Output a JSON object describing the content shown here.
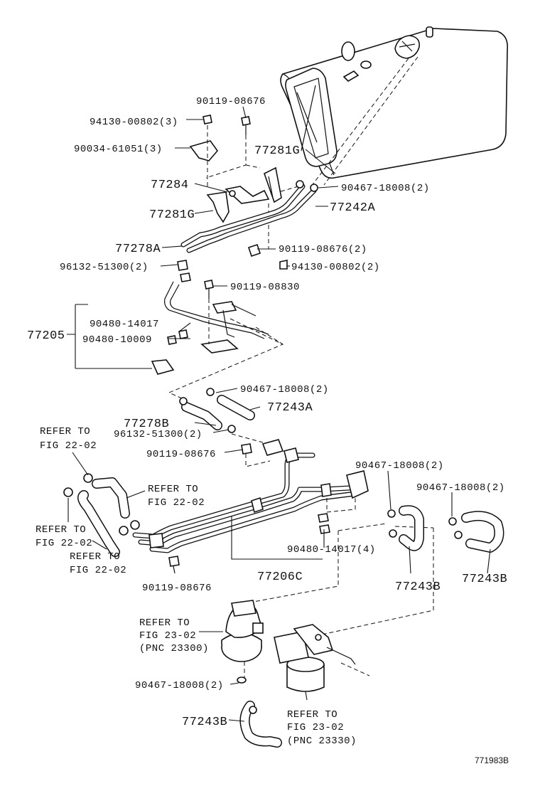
{
  "labels": {
    "p90119_08676_top": "90119-08676",
    "p94130_00802_3": "94130-00802(3)",
    "p90034_61051_3": "90034-61051(3)",
    "p77281G_upper": "77281G",
    "p77284": "77284",
    "p90467_18008_2_a": "90467-18008(2)",
    "p77242A": "77242A",
    "p77281G_lower": "77281G",
    "p77278A": "77278A",
    "p90119_08676_2": "90119-08676(2)",
    "p96132_51300_2_a": "96132-51300(2)",
    "p94130_00802_2": "94130-00802(2)",
    "p90119_08830": "90119-08830",
    "p90480_14017": "90480-14017",
    "p77205": "77205",
    "p90480_10009": "90480-10009",
    "p90467_18008_2_b": "90467-18008(2)",
    "p77278B": "77278B",
    "p77243A": "77243A",
    "p96132_51300_2_b": "96132-51300(2)",
    "p90119_08676_mid": "90119-08676",
    "p90467_18008_2_c": "90467-18008(2)",
    "p90467_18008_2_d": "90467-18008(2)",
    "p90480_14017_4": "90480-14017(4)",
    "p77206C": "77206C",
    "p77243B_a": "77243B",
    "p77243B_b": "77243B",
    "p90119_08676_low": "90119-08676",
    "p90467_18008_2_e": "90467-18008(2)",
    "p77243B_c": "77243B",
    "figure_id": "771983B"
  },
  "refs": {
    "refer_to": "REFER TO",
    "fig_22_02": "FIG 22-02",
    "fig_23_02": "FIG 23-02",
    "pnc_23300": "(PNC 23300)",
    "pnc_23330": "(PNC 23330)"
  }
}
